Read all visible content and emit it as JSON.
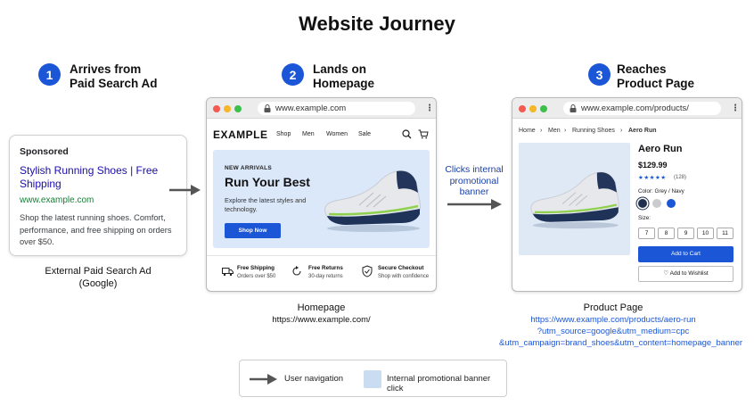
{
  "title": "Website Journey",
  "steps": [
    {
      "number": "1",
      "title_line1": "Arrives from",
      "title_line2": "Paid Search Ad"
    },
    {
      "number": "2",
      "title_line1": "Lands on",
      "title_line2": "Homepage"
    },
    {
      "number": "3",
      "title_line1": "Reaches",
      "title_line2": "Product Page"
    }
  ],
  "ad": {
    "sponsored": "Sponsored",
    "headline": "Stylish Running Shoes | Free Shipping",
    "url": "www.example.com",
    "description": "Shop the latest running shoes. Comfort, performance, and free shipping on orders over $50.",
    "caption_line1": "External Paid Search Ad",
    "caption_line2": "(Google)"
  },
  "homepage": {
    "address": "www.example.com",
    "logo": "EXAMPLE",
    "nav": [
      "Shop",
      "Men",
      "Women",
      "Sale"
    ],
    "hero": {
      "kicker": "NEW ARRIVALS",
      "title": "Run Your Best",
      "subtitle": "Explore the latest styles and technology.",
      "button": "Shop Now"
    },
    "features": [
      {
        "title": "Free Shipping",
        "subtitle": "Orders over $50"
      },
      {
        "title": "Free Returns",
        "subtitle": "30-day returns"
      },
      {
        "title": "Secure Checkout",
        "subtitle": "Shop with confidence"
      }
    ],
    "caption": "Homepage",
    "caption_url": "https://www.example.com/"
  },
  "banner_click": {
    "line1": "Clicks internal",
    "line2": "promotional",
    "line3": "banner"
  },
  "product_page": {
    "address": "www.example.com/products/",
    "breadcrumb": [
      "Home",
      "Men",
      "Running Shoes",
      "Aero Run"
    ],
    "name": "Aero Run",
    "price": "$129.99",
    "stars": "★★★★★",
    "review_count": "(128)",
    "color_label": "Color: Grey / Navy",
    "size_label": "Size:",
    "sizes": [
      "7",
      "8",
      "9",
      "10",
      "11"
    ],
    "add_to_cart": "Add to Cart",
    "add_to_wishlist": "Add to Wishlist",
    "caption": "Product Page",
    "caption_url_line1": "https://www.example.com/products/aero-run",
    "caption_url_line2": "?utm_source=google&utm_medium=cpc",
    "caption_url_line3": "&utm_campaign=brand_shoes&utm_content=homepage_banner"
  },
  "legend": {
    "navigation": "User navigation",
    "banner_click": "Internal promotional banner click"
  },
  "colors": {
    "accent": "#1a56d6",
    "link": "#1a0dab",
    "ad_url": "#188038",
    "hero_bg": "#dbe8fa",
    "banner_swatch": "#c9dcf2",
    "arrow": "#555555"
  }
}
